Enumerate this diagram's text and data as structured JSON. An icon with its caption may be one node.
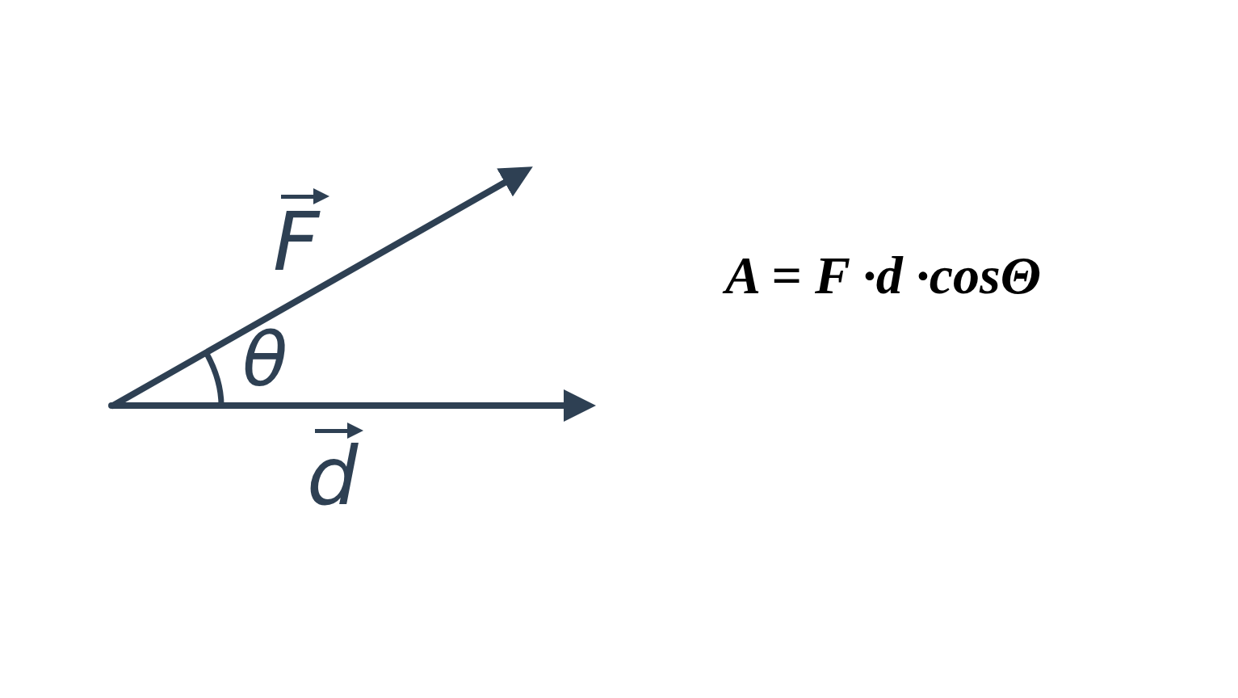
{
  "diagram": {
    "labels": [
      "F",
      "θ",
      "d",
      "A = F ·d ·cosΘ"
    ]
  }
}
